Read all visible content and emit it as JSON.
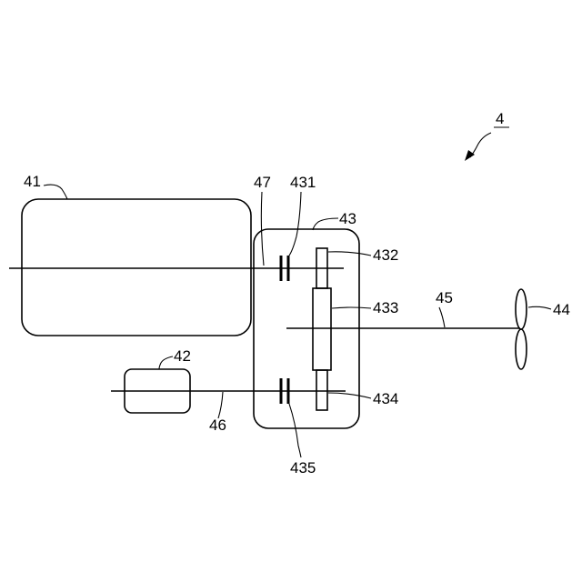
{
  "figure": {
    "ref_main": "4",
    "labels": {
      "engine": "41",
      "motor": "42",
      "gearbox": "43",
      "propeller": "44",
      "prop_shaft": "45",
      "motor_shaft": "46",
      "engine_shaft": "47",
      "clutch_upper": "431",
      "gear_upper": "432",
      "gear_middle": "433",
      "gear_lower": "434",
      "clutch_lower": "435"
    }
  }
}
